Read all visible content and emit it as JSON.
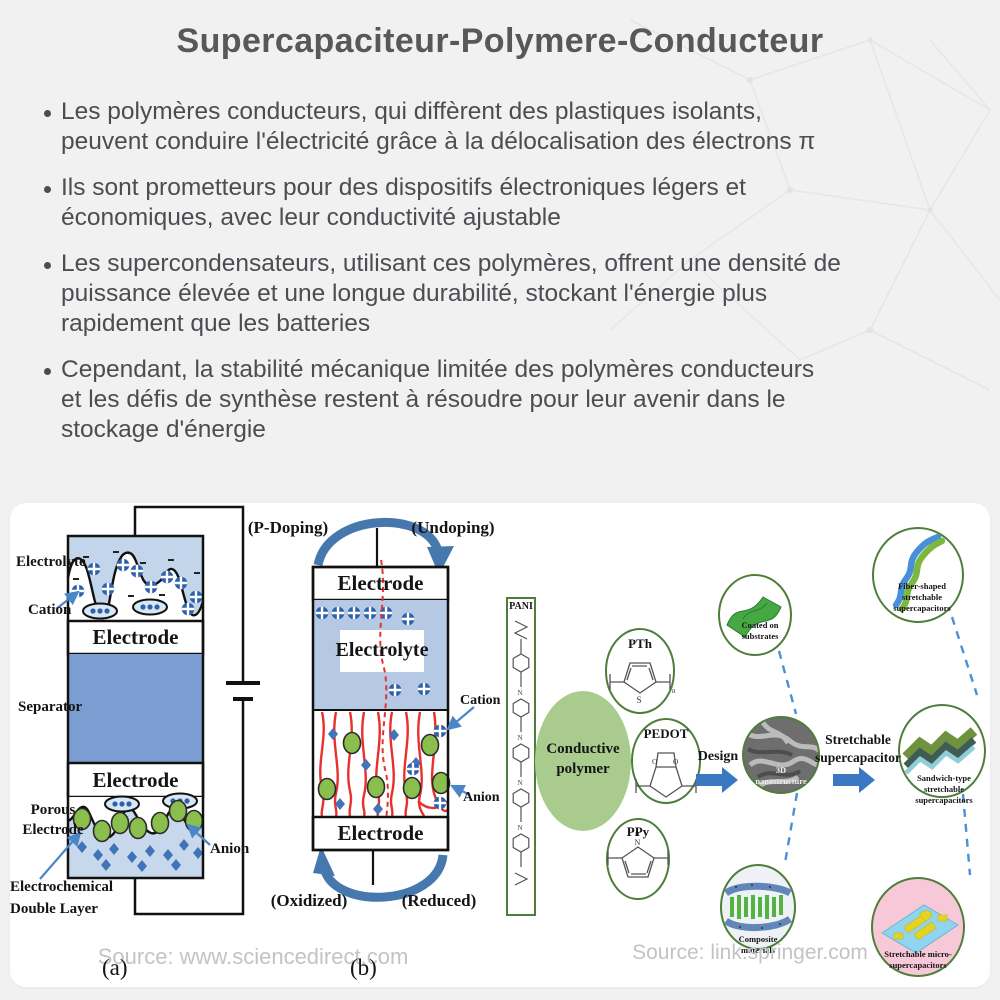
{
  "page": {
    "title": "Supercapaciteur-Polymere-Conducteur",
    "bullets": [
      "Les polymères conducteurs, qui diffèrent des plastiques isolants,\npeuvent conduire l'électricité grâce à la délocalisation des électrons π",
      "Ils sont prometteurs pour des dispositifs électroniques légers et\néconomiques, avec leur conductivité ajustable",
      "Les supercondensateurs, utilisant ces polymères, offrent une densité de\npuissance élevée et une longue durabilité, stockant l'énergie plus\nrapidement que les batteries",
      "Cependant, la stabilité mécanique limitée des polymères conducteurs\net les défis de synthèse restent à résoudre pour leur avenir dans le\nstockage d'énergie"
    ]
  },
  "figure_left": {
    "source": "Source: www.sciencedirect.com",
    "caption_a": "(a)",
    "caption_b": "(b)",
    "diagram_a": {
      "electrolyte": "Electrolyte",
      "cation": "Cation",
      "separator": "Separator",
      "electrode_top": "Electrode",
      "electrode_bottom": "Electrode",
      "porous_1": "Porous",
      "porous_2": "Electrode",
      "anion": "Anion",
      "edl_1": "Electrochemical",
      "edl_2": "Double Layer"
    },
    "diagram_b": {
      "p_doping": "(P-Doping)",
      "undoping": "(Undoping)",
      "electrode_top": "Electrode",
      "electrolyte": "Electrolyte",
      "electrode_bottom": "Electrode",
      "cation": "Cation",
      "anion": "Anion",
      "oxidized": "(Oxidized)",
      "reduced": "(Reduced)"
    }
  },
  "figure_right": {
    "source": "Source: link.springer.com",
    "pani": "PANI",
    "pth": "PTh",
    "pedot": "PEDOT",
    "ppy": "PPy",
    "hub_1": "Conductive",
    "hub_2": "polymer",
    "design": "Design",
    "stretch_1": "Stretchable",
    "stretch_2": "supercapacitor",
    "coated": [
      "Coated on",
      "substrates"
    ],
    "fiber": [
      "Fiber-shaped",
      "stretchable",
      "supercapacitors"
    ],
    "nano": [
      "3D",
      "nanostructure"
    ],
    "sandwich": [
      "Sandwich-type",
      "stretchable",
      "supercapacitors"
    ],
    "composite": [
      "Composite",
      "materials"
    ],
    "micro": [
      "Stretchable micro-",
      "supercapacitors"
    ]
  },
  "colors": {
    "electrolyte_blue_a": "#c3d5ea",
    "electrolyte_blue_b": "#b5c9e4",
    "separator_blue": "#7b9dd1",
    "cation_blue": "#2e61ad",
    "anion_green": "#8bbf4d",
    "polymer_red": "#e8302d",
    "arc_blue": "#4678ae",
    "circle_border_green": "#4e7e3a",
    "hub_green": "#a9cc8e",
    "micro_pink": "#f7c9d8",
    "title_gray": "#57585a"
  }
}
